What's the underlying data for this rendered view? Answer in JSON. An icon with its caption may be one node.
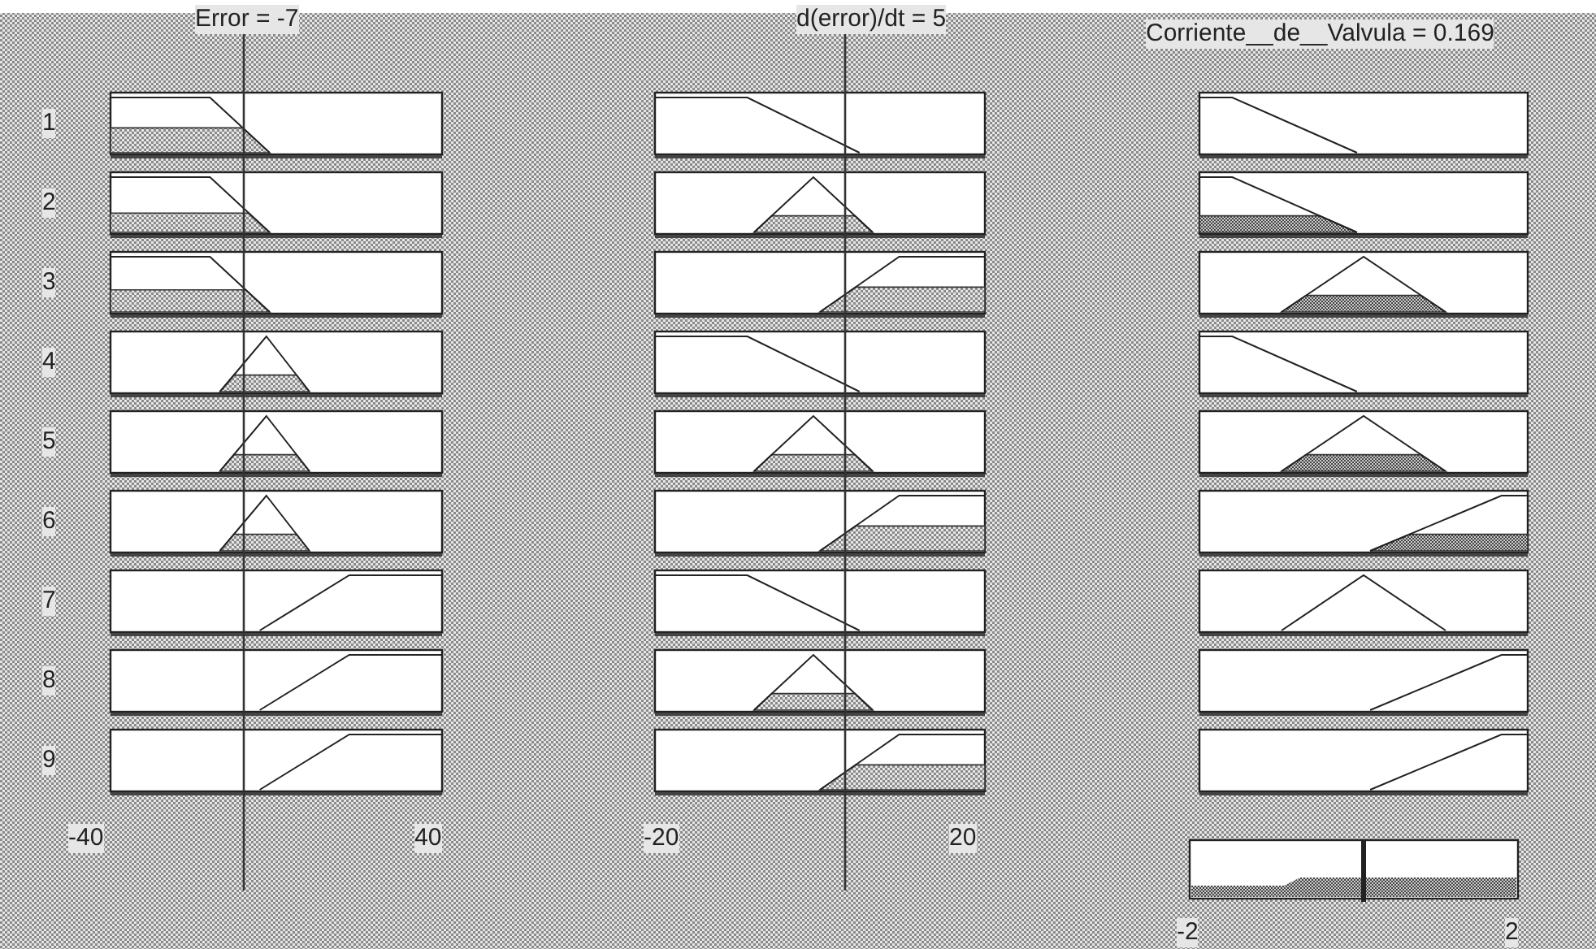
{
  "diagram": {
    "labels": [
      "Error = -7",
      "d(error)/dt = 5",
      "Corriente__de__Valvula = 0.169",
      "1",
      "2",
      "3",
      "4",
      "5",
      "6",
      "7",
      "8",
      "9",
      "-40",
      "40",
      "-20",
      "20",
      "-2",
      "2"
    ]
  }
}
